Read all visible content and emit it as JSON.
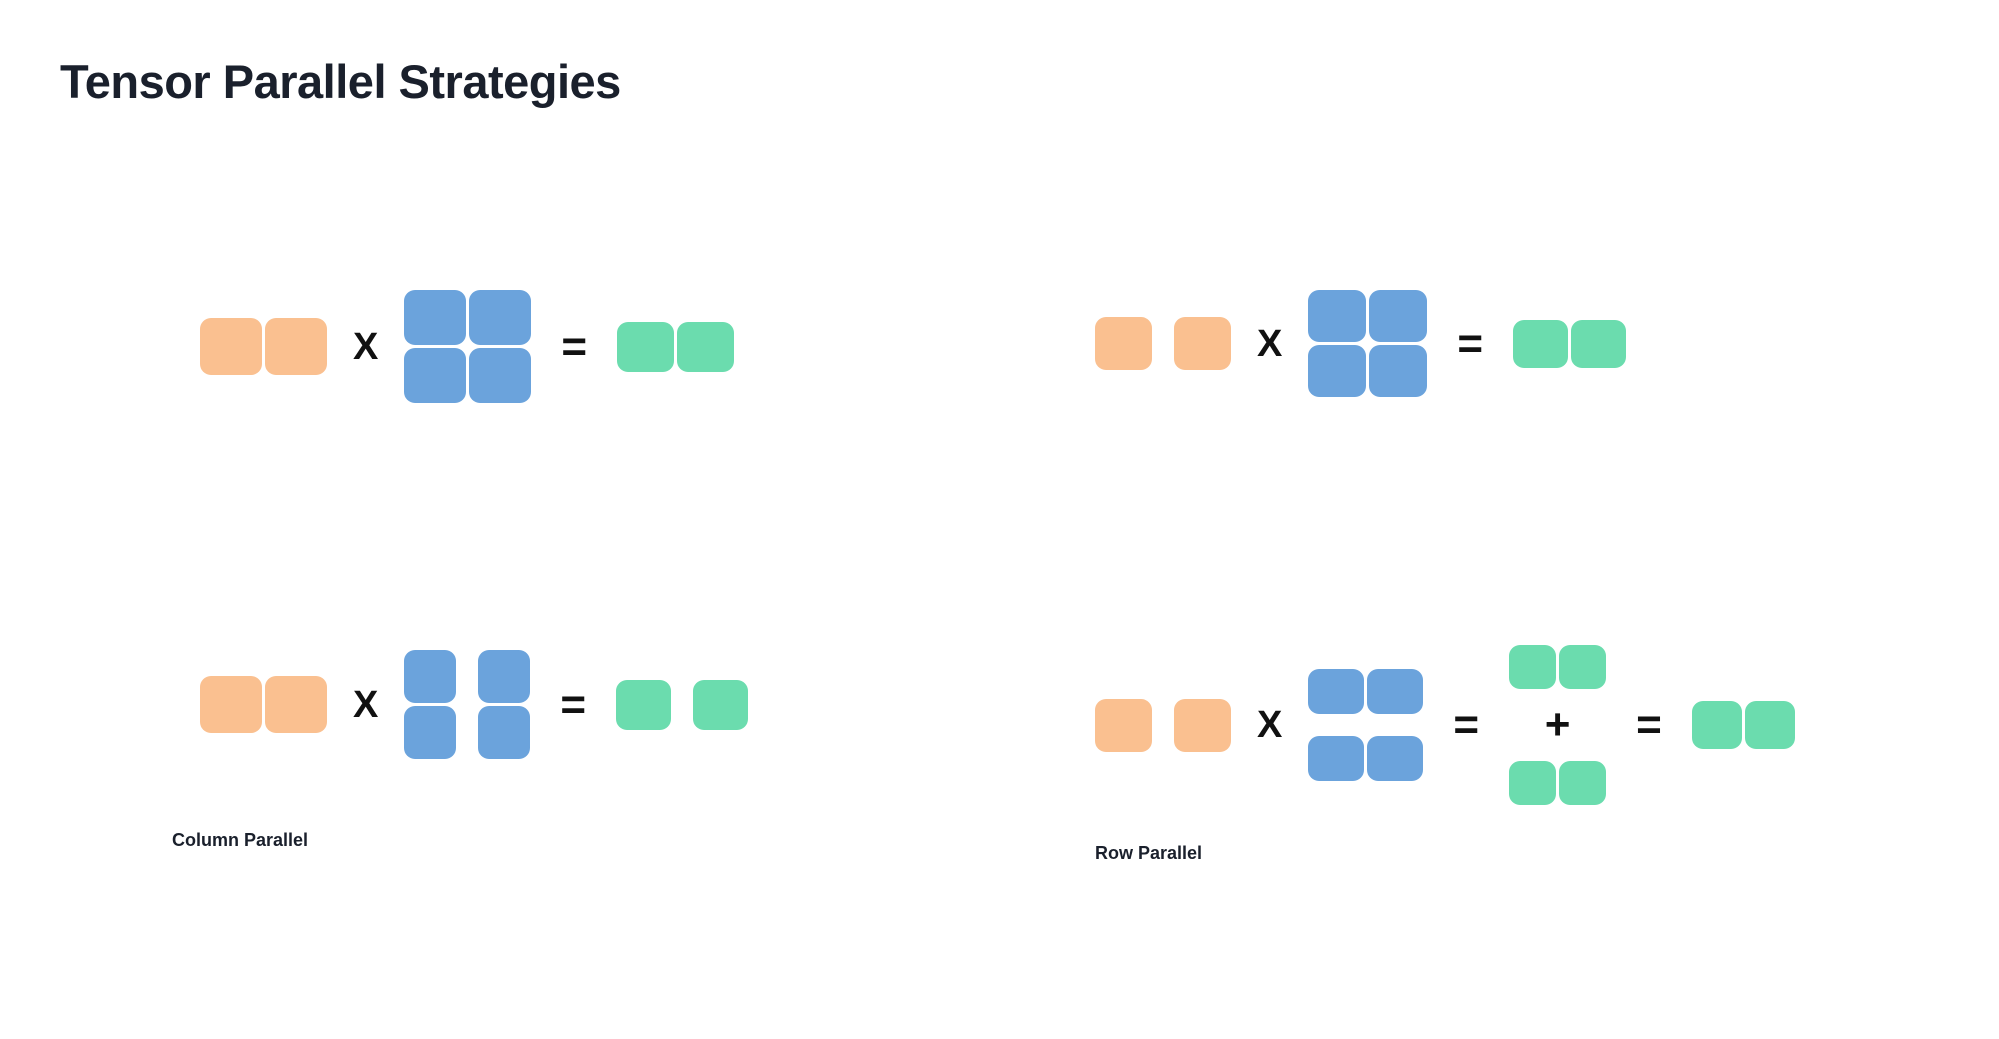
{
  "page": {
    "title": "Tensor Parallel Strategies",
    "background": "#ffffff"
  },
  "colors": {
    "title": "#1a202c",
    "input_orange": "#fac090",
    "weight_blue": "#6ba3dc",
    "output_green": "#6bdcae",
    "operator": "#111111"
  },
  "operators": {
    "times": "X",
    "equals": "=",
    "plus": "+"
  },
  "diagrams": [
    {
      "id": "top-left",
      "caption": "",
      "description": "full input times full weight equals full output",
      "input": {
        "color": "orange",
        "rows": 1,
        "cols": 2,
        "split": "none"
      },
      "weight": {
        "color": "blue",
        "rows": 2,
        "cols": 2,
        "split": "none"
      },
      "output": {
        "color": "green",
        "rows": 1,
        "cols": 2,
        "split": "none"
      }
    },
    {
      "id": "top-right",
      "caption": "",
      "description": "sharded input times full weight equals full output",
      "input": {
        "color": "orange",
        "rows": 1,
        "cols": 2,
        "split": "columns"
      },
      "weight": {
        "color": "blue",
        "rows": 2,
        "cols": 2,
        "split": "none"
      },
      "output": {
        "color": "green",
        "rows": 1,
        "cols": 2,
        "split": "none"
      }
    },
    {
      "id": "bottom-left",
      "caption": "Column Parallel",
      "description": "full input times column sharded weight equals column sharded output",
      "input": {
        "color": "orange",
        "rows": 1,
        "cols": 2,
        "split": "none"
      },
      "weight": {
        "color": "blue",
        "rows": 2,
        "cols": 2,
        "split": "columns"
      },
      "output": {
        "color": "green",
        "rows": 1,
        "cols": 2,
        "split": "columns"
      }
    },
    {
      "id": "bottom-right",
      "caption": "Row Parallel",
      "description": "sharded input times row sharded weight equals sum of partial outputs equals full output",
      "input": {
        "color": "orange",
        "rows": 1,
        "cols": 2,
        "split": "columns"
      },
      "weight": {
        "color": "blue",
        "rows": 2,
        "cols": 2,
        "split": "rows"
      },
      "partials": [
        {
          "color": "green",
          "rows": 1,
          "cols": 2,
          "split": "none"
        },
        {
          "color": "green",
          "rows": 1,
          "cols": 2,
          "split": "none"
        }
      ],
      "output": {
        "color": "green",
        "rows": 1,
        "cols": 2,
        "split": "none"
      }
    }
  ],
  "captions": {
    "column_parallel": "Column Parallel",
    "row_parallel": "Row Parallel"
  }
}
